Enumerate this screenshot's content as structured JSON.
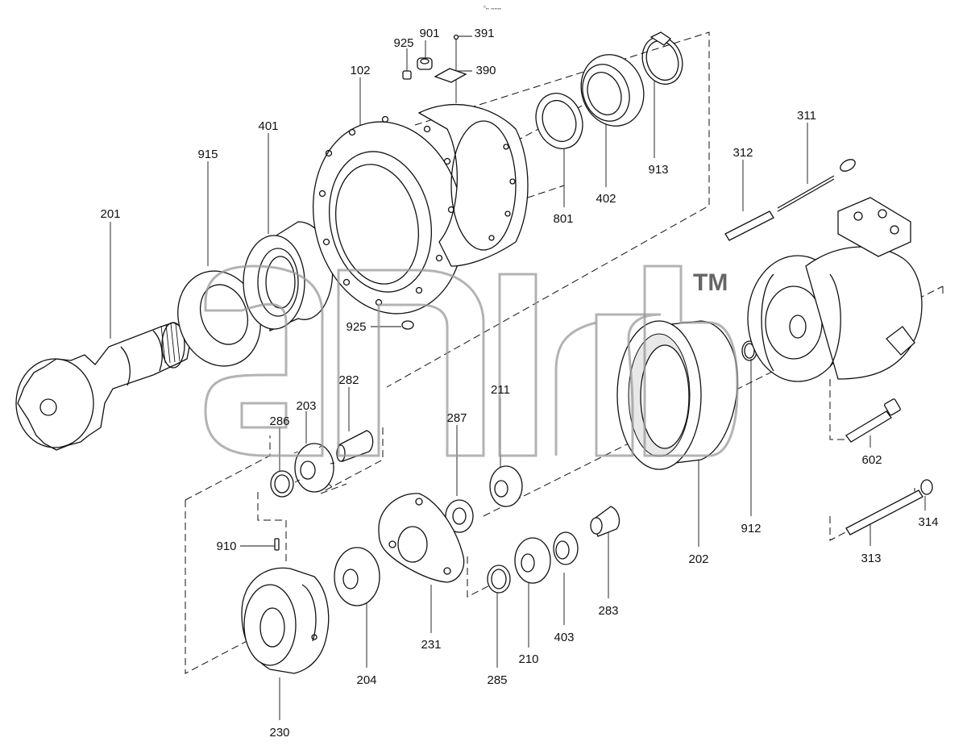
{
  "diagram": {
    "header_mark": "⁰ₘ ₘₘₘ",
    "watermark": {
      "trademark": "TM"
    },
    "part_labels": {
      "p925_top": "925",
      "p901": "901",
      "p391": "391",
      "p390": "390",
      "p102": "102",
      "p401": "401",
      "p915": "915",
      "p201": "201",
      "p801": "801",
      "p402": "402",
      "p913": "913",
      "p311": "311",
      "p312": "312",
      "p925_mid": "925",
      "p282": "282",
      "p203": "203",
      "p286": "286",
      "p287": "287",
      "p211": "211",
      "p910": "910",
      "p231": "231",
      "p204": "204",
      "p230": "230",
      "p285": "285",
      "p210": "210",
      "p403": "403",
      "p283": "283",
      "p202": "202",
      "p912": "912",
      "p602": "602",
      "p313": "313",
      "p314": "314"
    }
  }
}
